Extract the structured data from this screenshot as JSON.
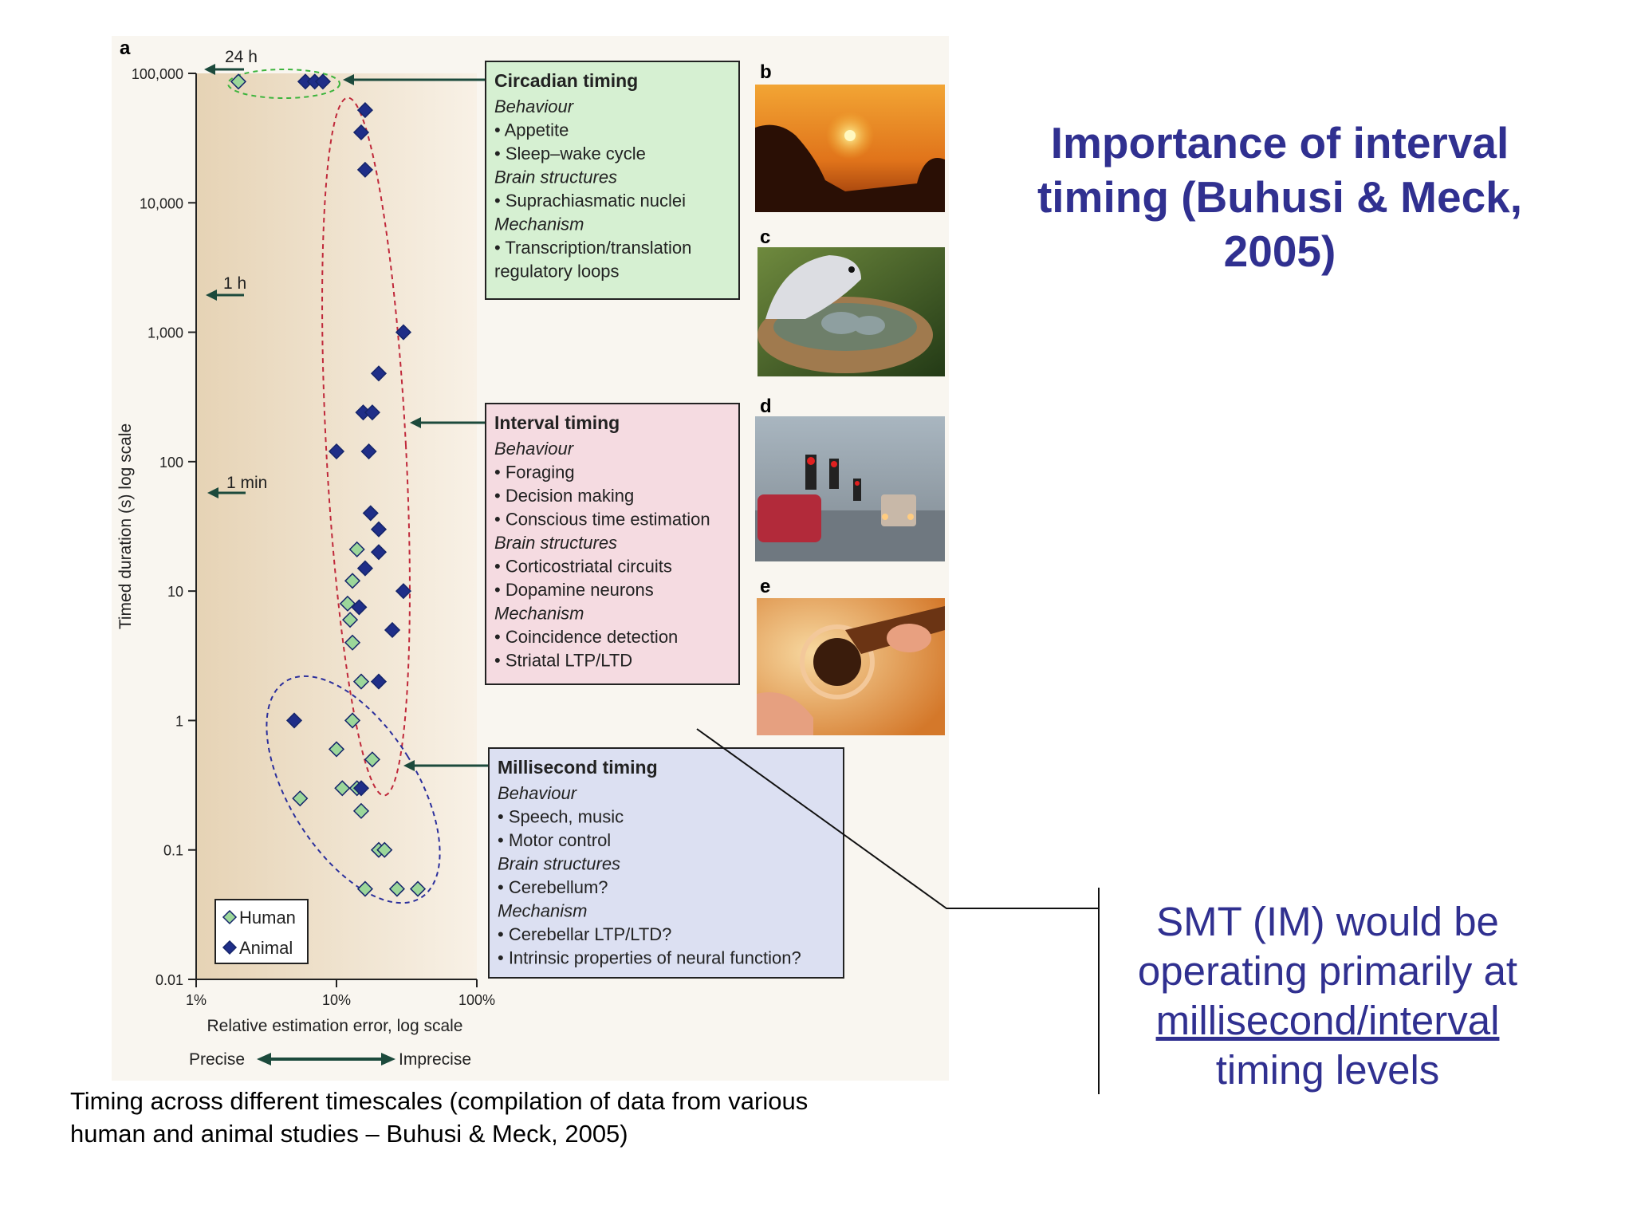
{
  "slide": {
    "title_lines": [
      "Importance of interval",
      "timing (Buhusi & Meck,",
      "2005)"
    ],
    "note_lines": [
      "SMT (IM) would be",
      "operating primarily at"
    ],
    "note_underlined": "millisecond/interval",
    "note_tail": "timing levels",
    "caption_lines": [
      "Timing across different timescales (compilation  of data from various",
      "human and animal studies – Buhusi & Meck, 2005)"
    ]
  },
  "figure": {
    "panel_labels": [
      "a",
      "b",
      "c",
      "d",
      "e"
    ],
    "markers": [
      "24 h",
      "1 h",
      "1 min"
    ],
    "x_direction": {
      "left": "Precise",
      "right": "Imprecise"
    },
    "boxes": [
      {
        "title": "Circadian timing",
        "fill": "#d6f0d2",
        "lines": [
          [
            "i",
            "Behaviour"
          ],
          [
            "b",
            "Appetite"
          ],
          [
            "b",
            "Sleep–wake cycle"
          ],
          [
            "i",
            "Brain structures"
          ],
          [
            "b",
            "Suprachiasmatic nuclei"
          ],
          [
            "i",
            "Mechanism"
          ],
          [
            "b",
            "Transcription/translation"
          ],
          [
            "t",
            "regulatory loops"
          ]
        ]
      },
      {
        "title": "Interval timing",
        "fill": "#f5dbe1",
        "lines": [
          [
            "i",
            "Behaviour"
          ],
          [
            "b",
            "Foraging"
          ],
          [
            "b",
            "Decision making"
          ],
          [
            "b",
            "Conscious time estimation"
          ],
          [
            "i",
            "Brain structures"
          ],
          [
            "b",
            "Corticostriatal circuits"
          ],
          [
            "b",
            "Dopamine neurons"
          ],
          [
            "i",
            "Mechanism"
          ],
          [
            "b",
            "Coincidence detection"
          ],
          [
            "b",
            "Striatal LTP/LTD"
          ]
        ]
      },
      {
        "title": "Millisecond timing",
        "fill": "#dce0f2",
        "lines": [
          [
            "i",
            "Behaviour"
          ],
          [
            "b",
            "Speech, music"
          ],
          [
            "b",
            "Motor control"
          ],
          [
            "i",
            "Brain structures"
          ],
          [
            "b",
            "Cerebellum?"
          ],
          [
            "i",
            "Mechanism"
          ],
          [
            "b",
            "Cerebellar LTP/LTD?"
          ],
          [
            "b",
            "Intrinsic properties of neural function?"
          ]
        ]
      }
    ],
    "photos": [
      {
        "label": "b",
        "name": "sunset-photo"
      },
      {
        "label": "c",
        "name": "dove-nest-photo"
      },
      {
        "label": "d",
        "name": "traffic-lights-photo"
      },
      {
        "label": "e",
        "name": "guitar-photo"
      }
    ]
  },
  "chart_data": {
    "type": "scatter",
    "xlabel": "Relative estimation error, log scale",
    "ylabel": "Timed duration (s) log scale",
    "x_scale": "log",
    "y_scale": "log",
    "xlim": [
      1,
      100
    ],
    "ylim": [
      0.01,
      100000
    ],
    "x_ticks": [
      1,
      10,
      100
    ],
    "x_tick_labels": [
      "1%",
      "10%",
      "100%"
    ],
    "y_ticks": [
      0.01,
      0.1,
      1,
      10,
      100,
      1000,
      10000,
      100000
    ],
    "y_tick_labels": [
      "0.01",
      "0.1",
      "1",
      "10",
      "100",
      "1,000",
      "10,000",
      "100,000"
    ],
    "legend": {
      "placement": "bottom-left",
      "entries": [
        "Human",
        "Animal"
      ]
    },
    "series": [
      {
        "name": "Human",
        "color": "#9cd79a",
        "marker": "diamond",
        "points": [
          [
            2,
            86400
          ],
          [
            14,
            21
          ],
          [
            13,
            12
          ],
          [
            12,
            8
          ],
          [
            12.5,
            6
          ],
          [
            13,
            4
          ],
          [
            15,
            2
          ],
          [
            13,
            1
          ],
          [
            10,
            0.6
          ],
          [
            18,
            0.5
          ],
          [
            11,
            0.3
          ],
          [
            14,
            0.3
          ],
          [
            15,
            0.2
          ],
          [
            5.5,
            0.25
          ],
          [
            20,
            0.1
          ],
          [
            22,
            0.1
          ],
          [
            16,
            0.05
          ],
          [
            27,
            0.05
          ],
          [
            38,
            0.05
          ]
        ]
      },
      {
        "name": "Animal",
        "color": "#1f2e88",
        "marker": "diamond",
        "points": [
          [
            6,
            86400
          ],
          [
            7,
            86400
          ],
          [
            8,
            86400
          ],
          [
            16,
            52000
          ],
          [
            15,
            35000
          ],
          [
            16,
            18000
          ],
          [
            30,
            1000
          ],
          [
            20,
            480
          ],
          [
            15.5,
            240
          ],
          [
            18,
            240
          ],
          [
            10,
            120
          ],
          [
            17,
            120
          ],
          [
            17.5,
            40
          ],
          [
            20,
            30
          ],
          [
            20,
            20
          ],
          [
            16,
            15
          ],
          [
            14.5,
            7.5
          ],
          [
            30,
            10
          ],
          [
            25,
            5
          ],
          [
            20,
            2
          ],
          [
            5,
            1
          ],
          [
            15,
            0.3
          ]
        ]
      }
    ]
  }
}
